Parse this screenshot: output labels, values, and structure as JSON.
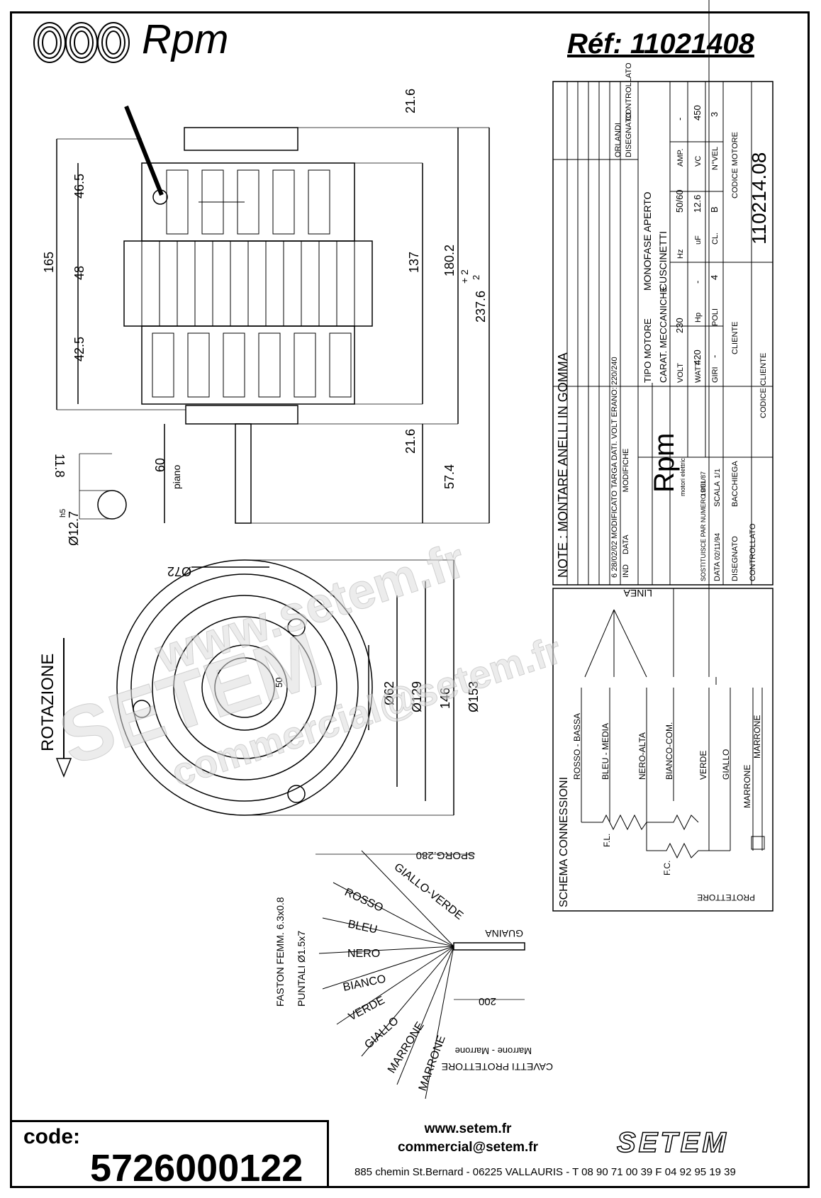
{
  "header": {
    "brand": "Rpm",
    "reference": "Réf:  11021408"
  },
  "dimensions": {
    "d21_6_top": "21.6",
    "d46_5": "46.5",
    "d165": "165",
    "d48": "48",
    "d137": "137",
    "d180_2": "180.2",
    "d237_6": "237.6",
    "d237_tol": "+ 2",
    "d237_sup": "2",
    "d42_5": "42.5",
    "d21_6_bottom": "21.6",
    "d60": "60",
    "piano": "piano",
    "d57_4": "57.4",
    "d11_8": "11.8",
    "d12_7": "Ø12.7",
    "h5": "h5",
    "d72": "Ø72",
    "d62": "Ø62",
    "d129": "Ø129",
    "d146": "146",
    "d153": "Ø153",
    "d50": "50",
    "rotazione": "ROTAZIONE",
    "sporg": "SPORG.280",
    "d200": "200"
  },
  "wires": {
    "labels": [
      "GIALLO-VERDE",
      "ROSSO",
      "BLEU",
      "NERO",
      "BIANCO",
      "VERDE",
      "GIALLO",
      "MARRONE",
      "MARRONE"
    ],
    "guaina": "GUAINA",
    "faston": "FASTON FEMM. 6.3x0.8",
    "puntali": "PUNTALI  Ø1.5x7",
    "cavetti": "CAVETTI PROTETTORE",
    "cavetti_colors": "Marrone - Marrone"
  },
  "title_block": {
    "note": "NOTE :  MONTARE ANELLI IN GOMMA",
    "rev_row": "6    28/02/02    MODIFICATO TARGA DATI. VOLT ERANO: 220/240",
    "rev_headers": [
      "IND",
      "DATA",
      "MODIFICHE"
    ],
    "orlandi": "ORLANDI",
    "disegnato": "DISEGNATO",
    "controllato": "CONTROLLATO",
    "tipo_motore_label": "TIPO MOTORE",
    "tipo_motore": "MONOFASE APERTO",
    "carat_label": "CARAT. MECCANICHE",
    "carat": "CUSCINETTI",
    "volt": "VOLT",
    "volt_v": "230",
    "hz": "Hz",
    "hz_v": "50/60",
    "amp": "AMP.",
    "amp_v": "-",
    "watt": "WATT",
    "watt_v": "420",
    "hp": "Hp",
    "hp_v": "-",
    "uf": "uF",
    "uf_v": "12.6",
    "vc": "VC",
    "vc_v": "450",
    "giri": "GIRI",
    "giri_v": "-",
    "poli": "POLI",
    "poli_v": "4",
    "cl": "CL.",
    "cl_v": "B",
    "nvel": "N°VEL",
    "nvel_v": "3",
    "cliente": "CLIENTE",
    "codice_motore_label": "CODICE MOTORE",
    "codice_motore": "110214.08",
    "codice_cliente": "CODICE CLIENTE",
    "rpm_logo": "Rpm",
    "motori": "motori elettrici",
    "sostituisce": "SOSTITUISCE PAR NUMERO DEL",
    "sostituisce_date": "19/01/87",
    "data_label": "DATA",
    "data_v": "02/11/94",
    "scala": "SCALA",
    "scala_v": "1/1",
    "disegnato_label": "DISEGNATO",
    "disegnato_v": "BACCHIEGA",
    "controllato_label": "CONTROLLATO"
  },
  "schema": {
    "title": "SCHEMA CONNESSIONI",
    "linea": "LINEA",
    "leads": [
      "ROSSO - BASSA",
      "BLEU - MEDIA",
      "NERO-ALTA",
      "BIANCO-COM.",
      "VERDE",
      "GIALLO",
      "MARRONE",
      "MARRONE"
    ],
    "fl": "F.L.",
    "fc": "F.C.",
    "protettore": "PROTETTORE"
  },
  "footer": {
    "code_label": "code:",
    "code_value": "5726000122",
    "web": "www.setem.fr",
    "email": "commercial@setem.fr",
    "address": "885 chemin St.Bernard  -  06225 VALLAURIS  -  T 08 90 71 00 39   F 04 92 95 19 39",
    "setem": "SETEM"
  },
  "watermark": {
    "line1": "www.setem.fr",
    "line2": "SETEM",
    "line3": "commercial@setem.fr"
  }
}
